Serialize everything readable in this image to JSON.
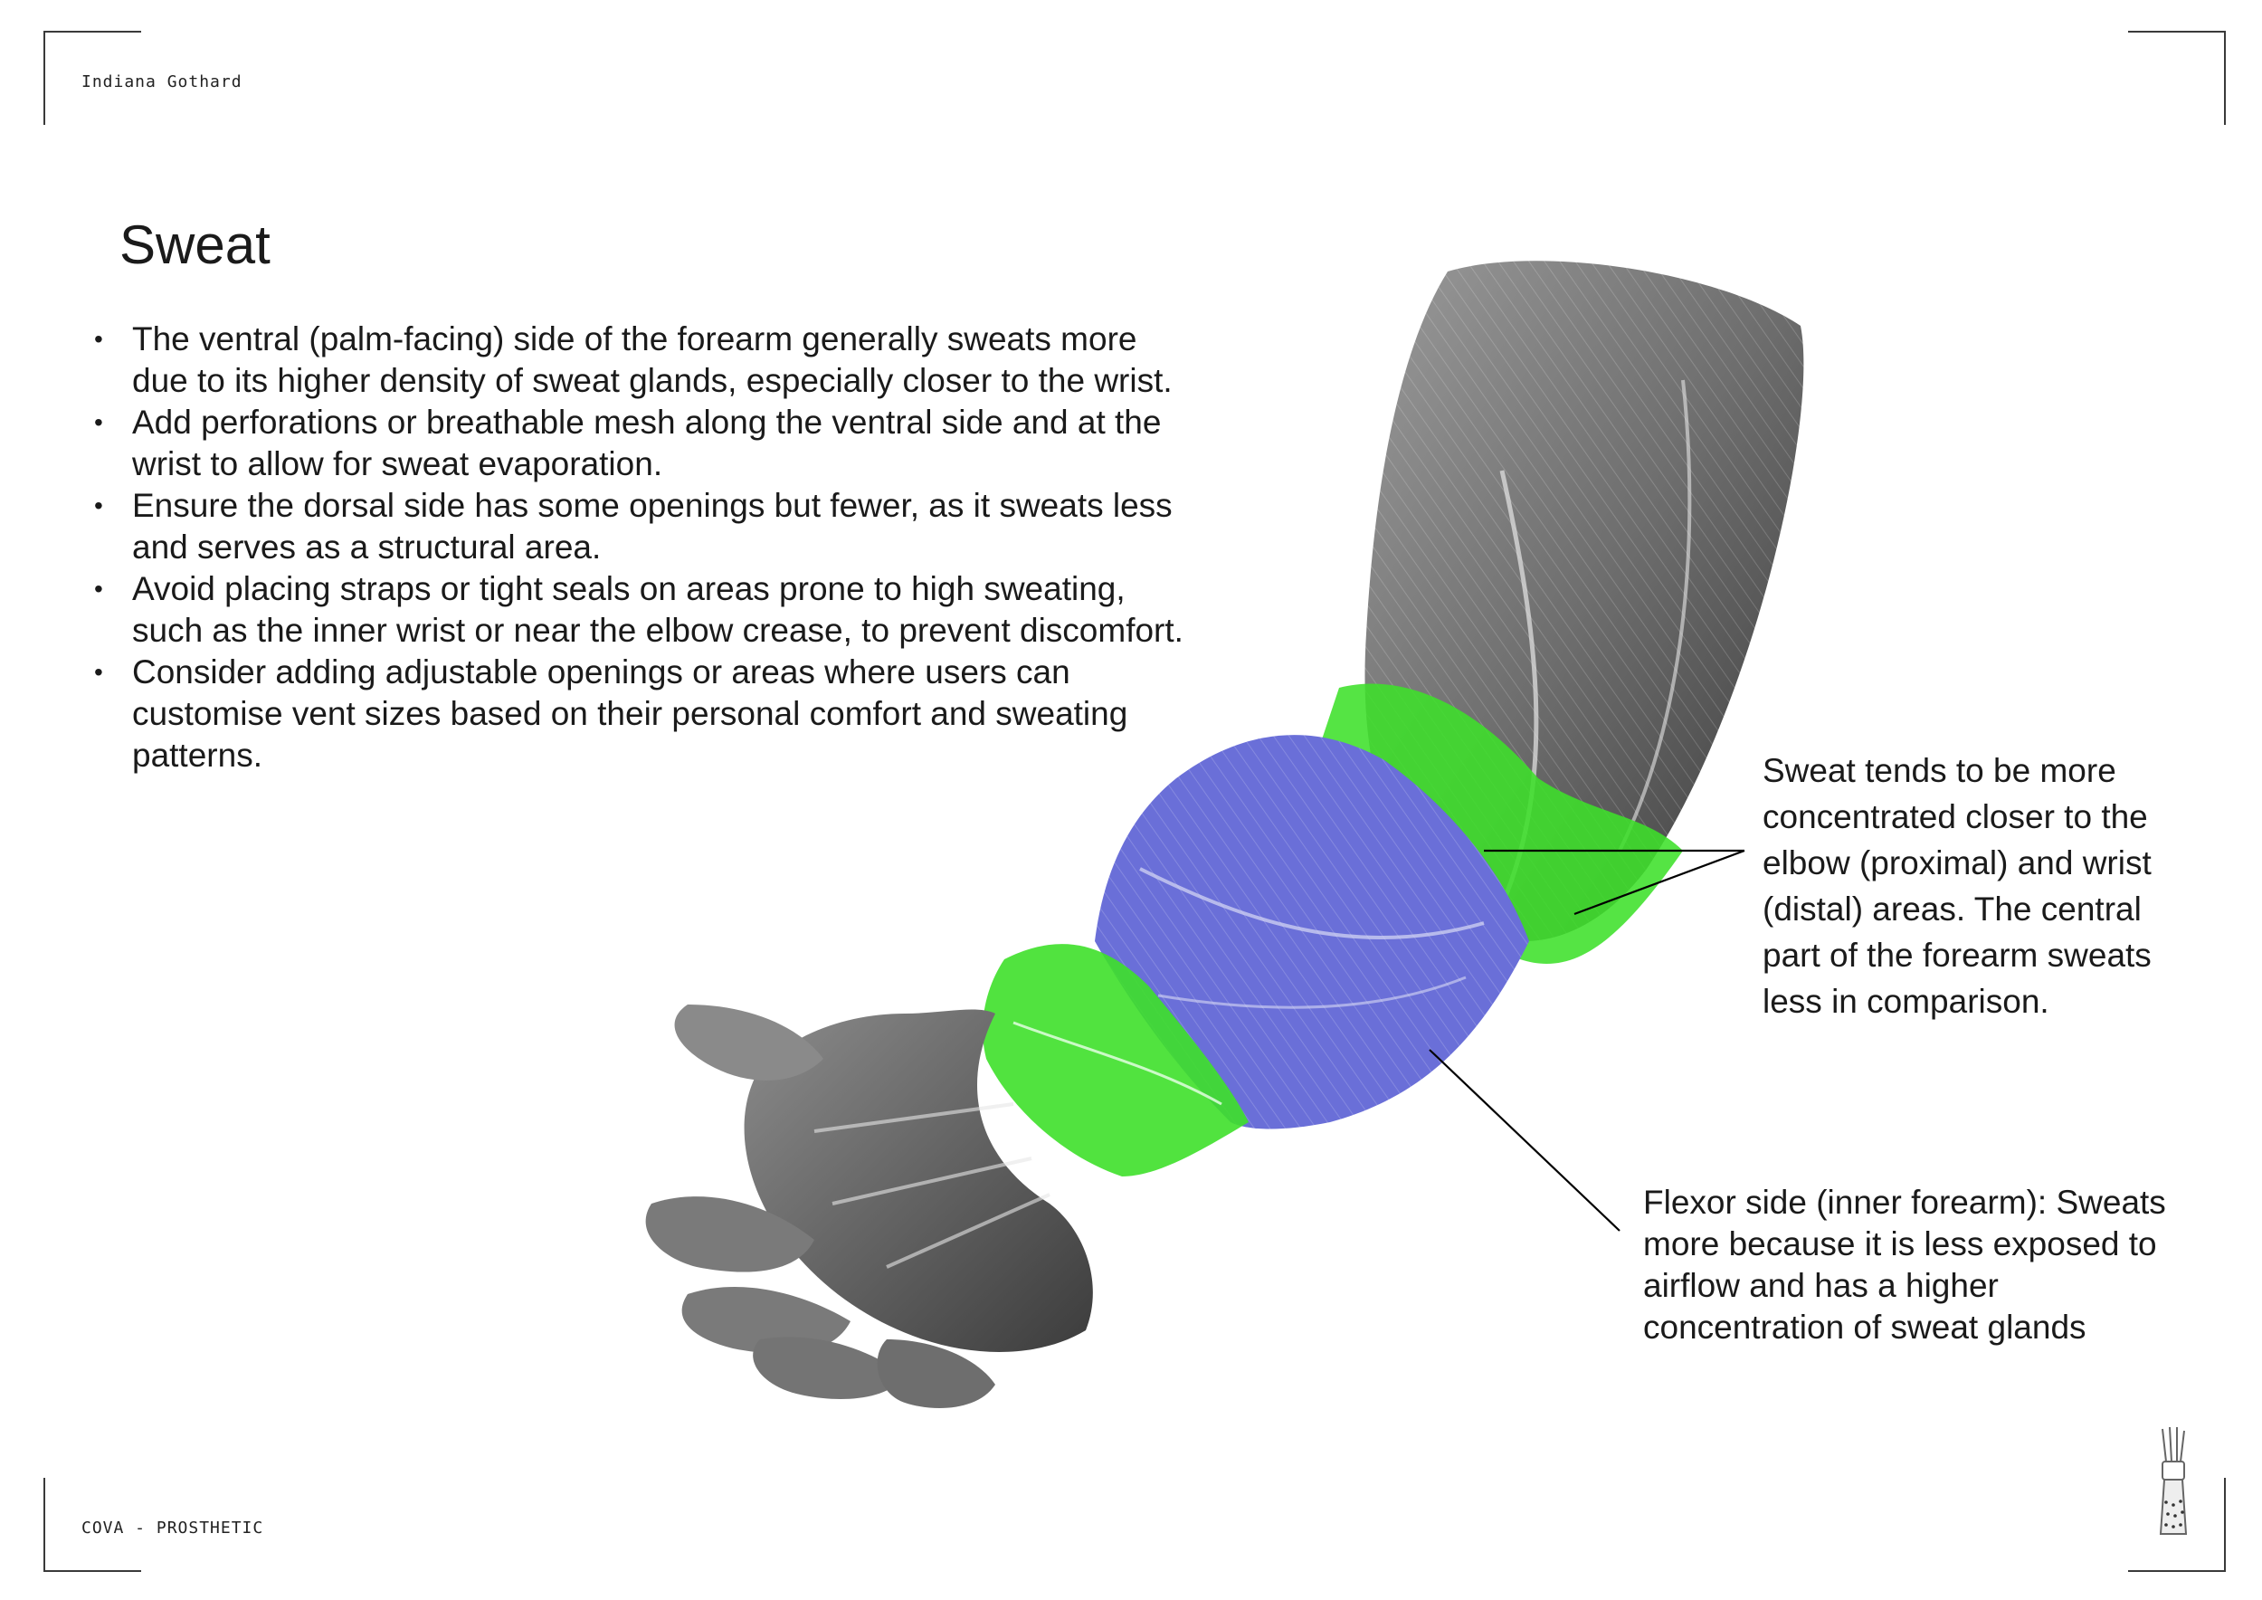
{
  "header": {
    "author": "Indiana Gothard"
  },
  "footer": {
    "project": "COVA - PROSTHETIC"
  },
  "page": {
    "title": "Sweat"
  },
  "bullets": [
    "The ventral (palm-facing) side of the forearm generally sweats more due to its higher density of sweat glands, especially closer to the wrist.",
    "Add perforations or breathable mesh along the ventral side and at the wrist to allow for sweat evaporation.",
    "Ensure the dorsal side has some openings but fewer, as it sweats less and serves as a structural area.",
    "Avoid placing straps or tight seals on areas prone to high sweating, such as the inner wrist or near the elbow crease, to prevent discomfort.",
    "Consider adding adjustable openings or areas where users can customise vent sizes based on their personal comfort and sweating patterns."
  ],
  "annotations": {
    "concentration": "Sweat tends to be more concentrated closer to the elbow (proximal) and wrist (distal) areas. The central part of the forearm sweats less in comparison.",
    "flexor": "Flexor side (inner forearm): Sweats more because it is less exposed to airflow and has a higher concentration of sweat glands"
  },
  "colors": {
    "high_sweat": "#3ee02a",
    "low_sweat": "#6a6fd8",
    "muscle": "#7c7c7c"
  }
}
